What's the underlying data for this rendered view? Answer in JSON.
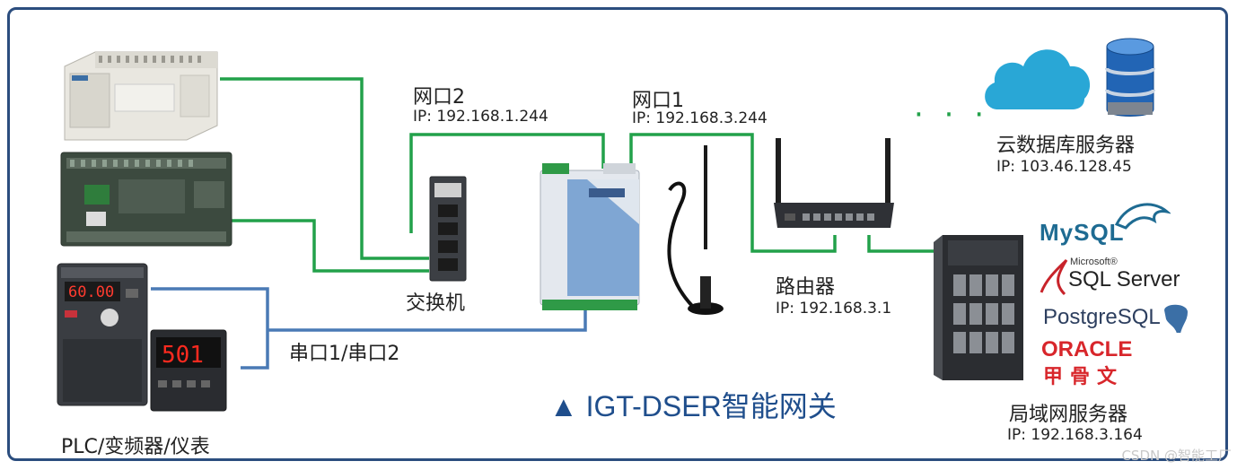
{
  "title": "▲ IGT-DSER智能网关",
  "watermark": "CSDN @智能工厂",
  "dots": "· · ·",
  "ports": {
    "port2": {
      "name": "网口2",
      "ip": "IP: 192.168.1.244"
    },
    "port1": {
      "name": "网口1",
      "ip": "IP: 192.168.3.244"
    }
  },
  "switch_label": "交换机",
  "serial_label": "串口1/串口2",
  "field_devices_label": "PLC/变频器/仪表",
  "router": {
    "name": "路由器",
    "ip": "IP: 192.168.3.1"
  },
  "cloud_server": {
    "name": "云数据库服务器",
    "ip": "IP: 103.46.128.45"
  },
  "lan_server": {
    "name": "局域网服务器",
    "ip": "IP: 192.168.3.164"
  },
  "db_logos": {
    "mysql": "MySQL",
    "sqlserver_top": "Microsoft®",
    "sqlserver": "SQL Server",
    "postgres": "PostgreSQL",
    "oracle": "ORACLE",
    "oracle_cn": "甲骨文"
  },
  "device_text": {
    "thermo_display": "501",
    "vfd_display": "60.00"
  },
  "colors": {
    "ethernet": "#22a14a",
    "serial": "#4a7ab5",
    "frame": "#2b4d7e",
    "title": "#1f4e8c"
  }
}
